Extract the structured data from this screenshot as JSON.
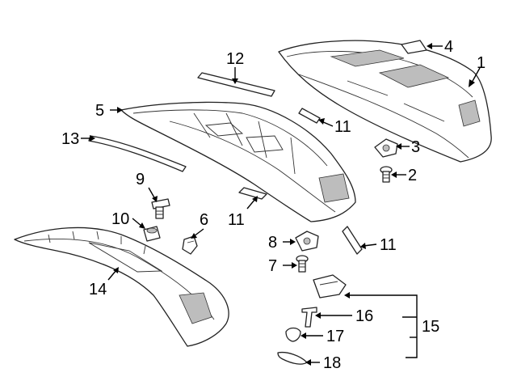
{
  "callouts": {
    "c1": "1",
    "c2": "2",
    "c3": "3",
    "c4": "4",
    "c5": "5",
    "c6": "6",
    "c7": "7",
    "c8": "8",
    "c9": "9",
    "c10": "10",
    "c11a": "11",
    "c11b": "11",
    "c11c": "11",
    "c12": "12",
    "c13": "13",
    "c14": "14",
    "c15": "15",
    "c16": "16",
    "c17": "17",
    "c18": "18"
  },
  "parts": [
    {
      "callout": "1",
      "icon": "outer-panel"
    },
    {
      "callout": "2",
      "icon": "bolt"
    },
    {
      "callout": "3",
      "icon": "nut-retainer"
    },
    {
      "callout": "4",
      "icon": "label-strip"
    },
    {
      "callout": "5",
      "icon": "inner-panel"
    },
    {
      "callout": "6",
      "icon": "clip"
    },
    {
      "callout": "7",
      "icon": "bolt"
    },
    {
      "callout": "8",
      "icon": "nut-retainer"
    },
    {
      "callout": "9",
      "icon": "push-clip"
    },
    {
      "callout": "10",
      "icon": "grommet"
    },
    {
      "callout": "11",
      "icon": "pad-strip"
    },
    {
      "callout": "12",
      "icon": "seal-strip"
    },
    {
      "callout": "13",
      "icon": "seal-strip"
    },
    {
      "callout": "14",
      "icon": "trim-panel"
    },
    {
      "callout": "15",
      "icon": "bracket-assembly"
    },
    {
      "callout": "16",
      "icon": "pin"
    },
    {
      "callout": "17",
      "icon": "plug"
    },
    {
      "callout": "18",
      "icon": "bumper-pad"
    }
  ]
}
